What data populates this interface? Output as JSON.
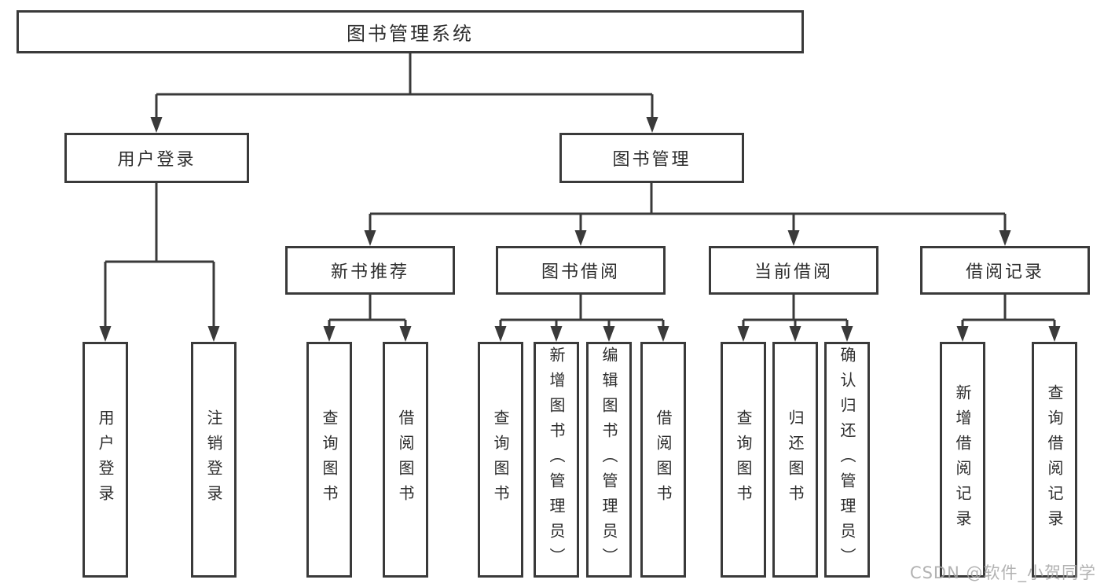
{
  "diagram": {
    "title": "图书管理系统",
    "watermark": "CSDN @软件_小贺同学",
    "colors": {
      "line": "#3a3a3a",
      "box_border": "#3a3a3a",
      "text": "#2d2d2d",
      "background": "#ffffff",
      "watermark": "#a5a5a5"
    },
    "tree": {
      "label": "图书管理系统",
      "children": [
        {
          "label": "用户登录",
          "children": [
            {
              "label": "用户登录"
            },
            {
              "label": "注销登录"
            }
          ]
        },
        {
          "label": "图书管理",
          "children": [
            {
              "label": "新书推荐",
              "children": [
                {
                  "label": "查询图书"
                },
                {
                  "label": "借阅图书"
                }
              ]
            },
            {
              "label": "图书借阅",
              "children": [
                {
                  "label": "查询图书"
                },
                {
                  "label": "新增图书（管理员）"
                },
                {
                  "label": "编辑图书（管理员）"
                },
                {
                  "label": "借阅图书"
                }
              ]
            },
            {
              "label": "当前借阅",
              "children": [
                {
                  "label": "查询图书"
                },
                {
                  "label": "归还图书"
                },
                {
                  "label": "确认归还（管理员）"
                }
              ]
            },
            {
              "label": "借阅记录",
              "children": [
                {
                  "label": "新增借阅记录"
                },
                {
                  "label": "查询借阅记录"
                }
              ]
            }
          ]
        }
      ]
    }
  }
}
